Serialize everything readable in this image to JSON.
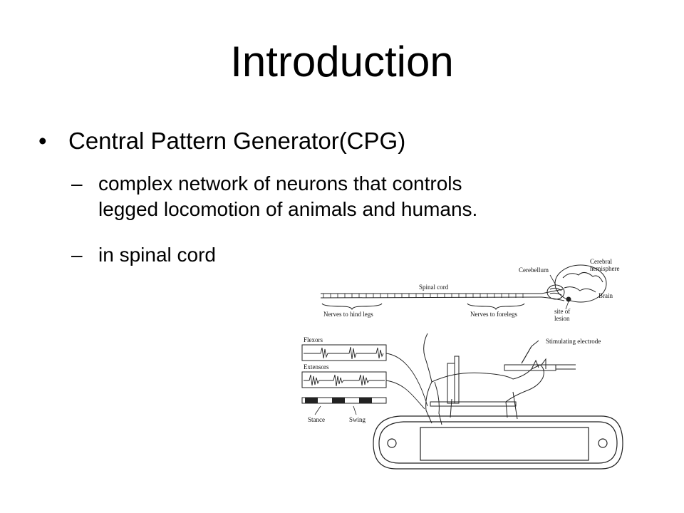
{
  "slide": {
    "title": "Introduction",
    "bullet": {
      "marker": "•",
      "text": "Central Pattern Generator(CPG)"
    },
    "sub_bullets": [
      {
        "marker": "–",
        "lines": [
          "complex network of neurons that controls",
          "legged locomotion of animals and humans."
        ]
      },
      {
        "marker": "–",
        "lines": [
          "in spinal cord"
        ]
      }
    ]
  },
  "figure": {
    "labels": {
      "spinal_cord": "Spinal cord",
      "cerebellum": "Cerebellum",
      "cerebral": "Cerebral",
      "hemisphere": "hemisphere",
      "brain": "Brain",
      "nerves_hind": "Nerves to hind legs",
      "nerves_fore": "Nerves to forelegs",
      "site_of": "site of",
      "lesion": "lesion",
      "flexors": "Flexors",
      "extensors": "Extensors",
      "stimulating_electrode": "Stimulating electrode",
      "stance": "Stance",
      "swing": "Swing"
    }
  }
}
